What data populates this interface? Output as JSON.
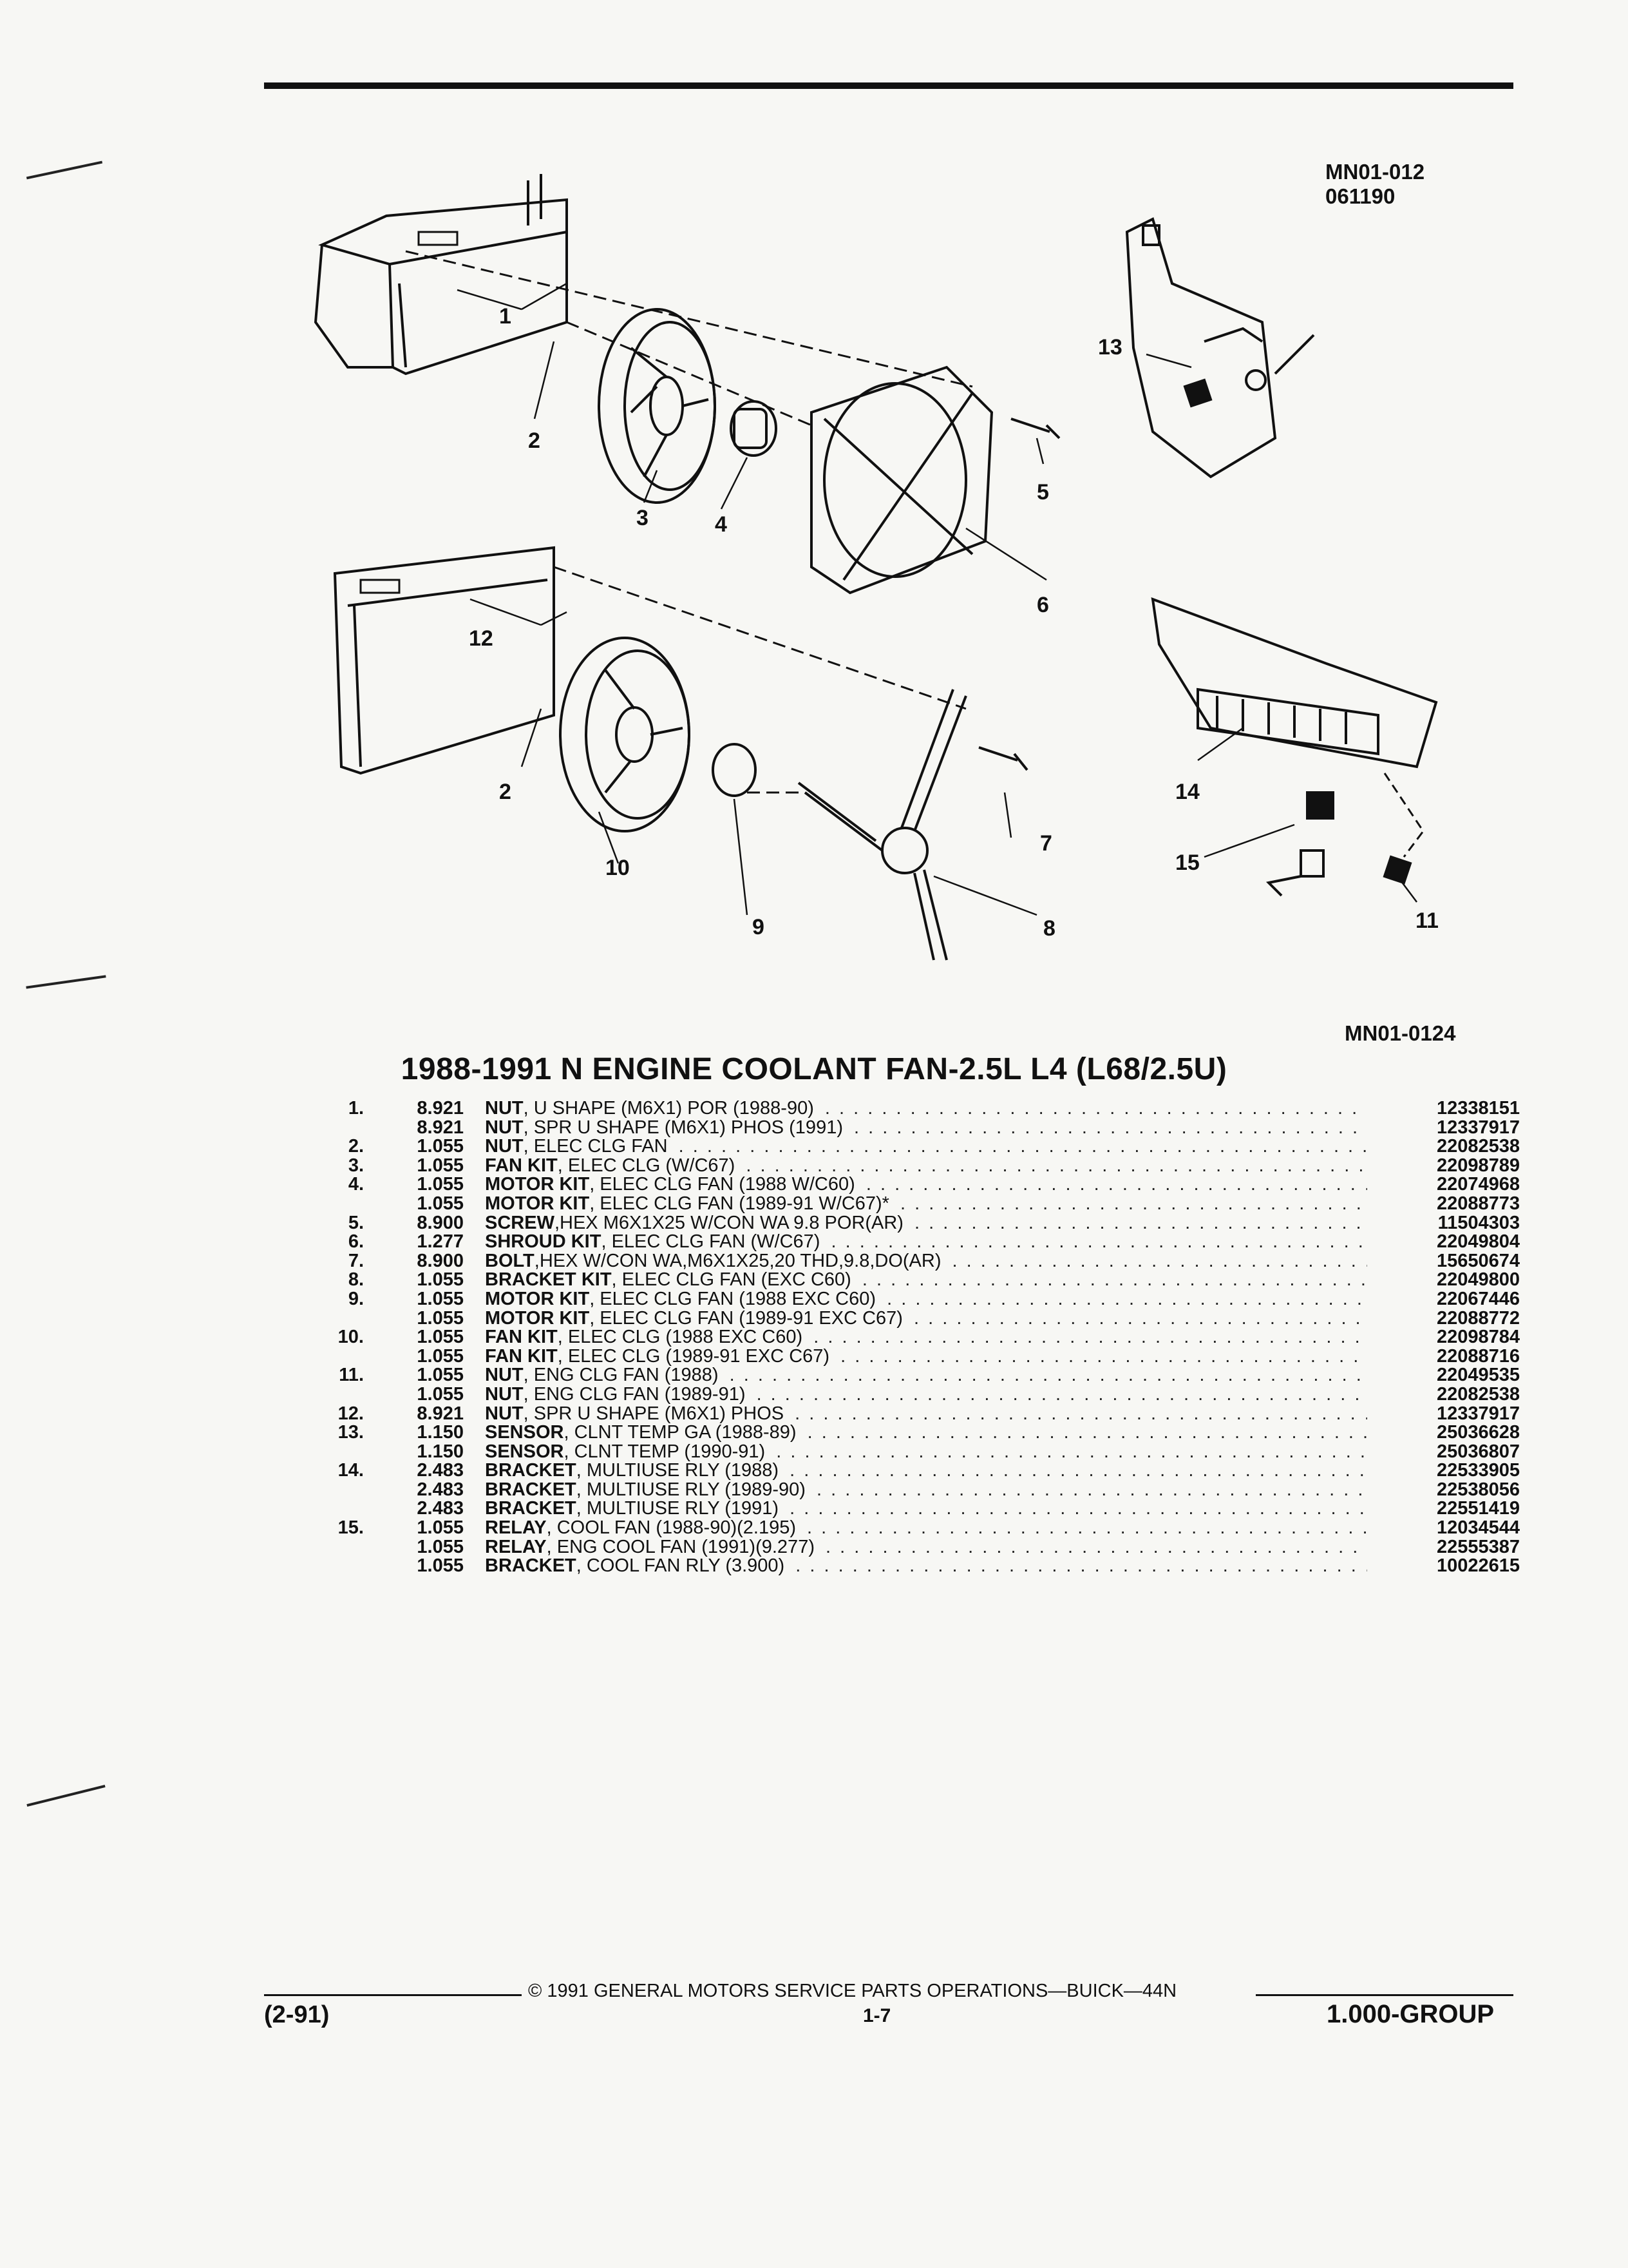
{
  "header": {
    "drawing_id_top": "MN01-012",
    "drawing_date": "061190",
    "drawing_id_bottom": "MN01-0124"
  },
  "illustration": {
    "callouts": [
      "1",
      "2",
      "3",
      "4",
      "5",
      "6",
      "12",
      "2",
      "10",
      "9",
      "7",
      "8",
      "13",
      "14",
      "15",
      "11"
    ]
  },
  "title": "1988-1991 N ENGINE COOLANT FAN-2.5L L4 (L68/2.5U)",
  "parts": [
    {
      "ref": "1.",
      "group": "8.921",
      "name": "NUT",
      "detail": ", U SHAPE (M6X1) POR (1988-90)",
      "part_no": "12338151"
    },
    {
      "ref": "",
      "group": "8.921",
      "name": "NUT",
      "detail": ", SPR U SHAPE (M6X1) PHOS (1991)",
      "part_no": "12337917"
    },
    {
      "ref": "2.",
      "group": "1.055",
      "name": "NUT",
      "detail": ", ELEC CLG FAN",
      "part_no": "22082538"
    },
    {
      "ref": "3.",
      "group": "1.055",
      "name": "FAN KIT",
      "detail": ", ELEC CLG (W/C67)",
      "part_no": "22098789"
    },
    {
      "ref": "4.",
      "group": "1.055",
      "name": "MOTOR KIT",
      "detail": ", ELEC CLG FAN (1988 W/C60)",
      "part_no": "22074968"
    },
    {
      "ref": "",
      "group": "1.055",
      "name": "MOTOR KIT",
      "detail": ", ELEC CLG FAN (1989-91 W/C67)*",
      "part_no": "22088773"
    },
    {
      "ref": "5.",
      "group": "8.900",
      "name": "SCREW",
      "detail": ",HEX M6X1X25 W/CON WA 9.8 POR(AR)",
      "part_no": "11504303"
    },
    {
      "ref": "6.",
      "group": "1.277",
      "name": "SHROUD KIT",
      "detail": ", ELEC CLG FAN (W/C67)",
      "part_no": "22049804"
    },
    {
      "ref": "7.",
      "group": "8.900",
      "name": "BOLT",
      "detail": ",HEX W/CON WA,M6X1X25,20 THD,9.8,DO(AR)",
      "part_no": "15650674"
    },
    {
      "ref": "8.",
      "group": "1.055",
      "name": "BRACKET KIT",
      "detail": ", ELEC CLG FAN (EXC C60)",
      "part_no": "22049800"
    },
    {
      "ref": "9.",
      "group": "1.055",
      "name": "MOTOR KIT",
      "detail": ", ELEC CLG FAN (1988 EXC C60)",
      "part_no": "22067446"
    },
    {
      "ref": "",
      "group": "1.055",
      "name": "MOTOR KIT",
      "detail": ", ELEC CLG FAN (1989-91 EXC C67)",
      "part_no": "22088772"
    },
    {
      "ref": "10.",
      "group": "1.055",
      "name": "FAN KIT",
      "detail": ", ELEC CLG (1988 EXC C60)",
      "part_no": "22098784"
    },
    {
      "ref": "",
      "group": "1.055",
      "name": "FAN KIT",
      "detail": ", ELEC CLG (1989-91 EXC C67)",
      "part_no": "22088716"
    },
    {
      "ref": "11.",
      "group": "1.055",
      "name": "NUT",
      "detail": ", ENG CLG FAN (1988)",
      "part_no": "22049535"
    },
    {
      "ref": "",
      "group": "1.055",
      "name": "NUT",
      "detail": ", ENG CLG FAN (1989-91)",
      "part_no": "22082538"
    },
    {
      "ref": "12.",
      "group": "8.921",
      "name": "NUT",
      "detail": ", SPR U SHAPE (M6X1) PHOS",
      "part_no": "12337917"
    },
    {
      "ref": "13.",
      "group": "1.150",
      "name": "SENSOR",
      "detail": ", CLNT TEMP GA (1988-89)",
      "part_no": "25036628"
    },
    {
      "ref": "",
      "group": "1.150",
      "name": "SENSOR",
      "detail": ", CLNT TEMP (1990-91)",
      "part_no": "25036807"
    },
    {
      "ref": "14.",
      "group": "2.483",
      "name": "BRACKET",
      "detail": ", MULTIUSE RLY (1988)",
      "part_no": "22533905"
    },
    {
      "ref": "",
      "group": "2.483",
      "name": "BRACKET",
      "detail": ", MULTIUSE RLY (1989-90)",
      "part_no": "22538056"
    },
    {
      "ref": "",
      "group": "2.483",
      "name": "BRACKET",
      "detail": ", MULTIUSE RLY (1991)",
      "part_no": "22551419"
    },
    {
      "ref": "15.",
      "group": "1.055",
      "name": "RELAY",
      "detail": ", COOL FAN (1988-90)(2.195)",
      "part_no": "12034544"
    },
    {
      "ref": "",
      "group": "1.055",
      "name": "RELAY",
      "detail": ", ENG COOL FAN (1991)(9.277)",
      "part_no": "22555387"
    },
    {
      "ref": "",
      "group": "1.055",
      "name": "BRACKET",
      "detail": ", COOL FAN RLY (3.900)",
      "part_no": "10022615"
    }
  ],
  "footer": {
    "date": "(2-91)",
    "copyright": "© 1991 GENERAL MOTORS SERVICE PARTS OPERATIONS—BUICK—44N",
    "page": "1-7",
    "group": "1.000-GROUP"
  }
}
